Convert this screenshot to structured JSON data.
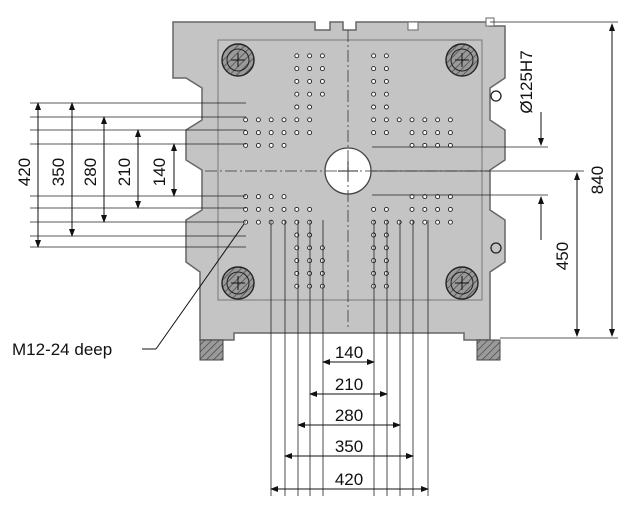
{
  "diagram": {
    "callout_label": "M12-24 deep",
    "bore_label": "Ø125H7",
    "left_dims": [
      "420",
      "350",
      "280",
      "210",
      "140"
    ],
    "bottom_dims": [
      "140",
      "210",
      "280",
      "350",
      "420"
    ],
    "right_dims": [
      "840",
      "450"
    ]
  },
  "colors": {
    "plate_fill": "#c4c4c4",
    "plate_stroke": "#666666",
    "line": "#222222",
    "foot_hatch": "#555555"
  }
}
